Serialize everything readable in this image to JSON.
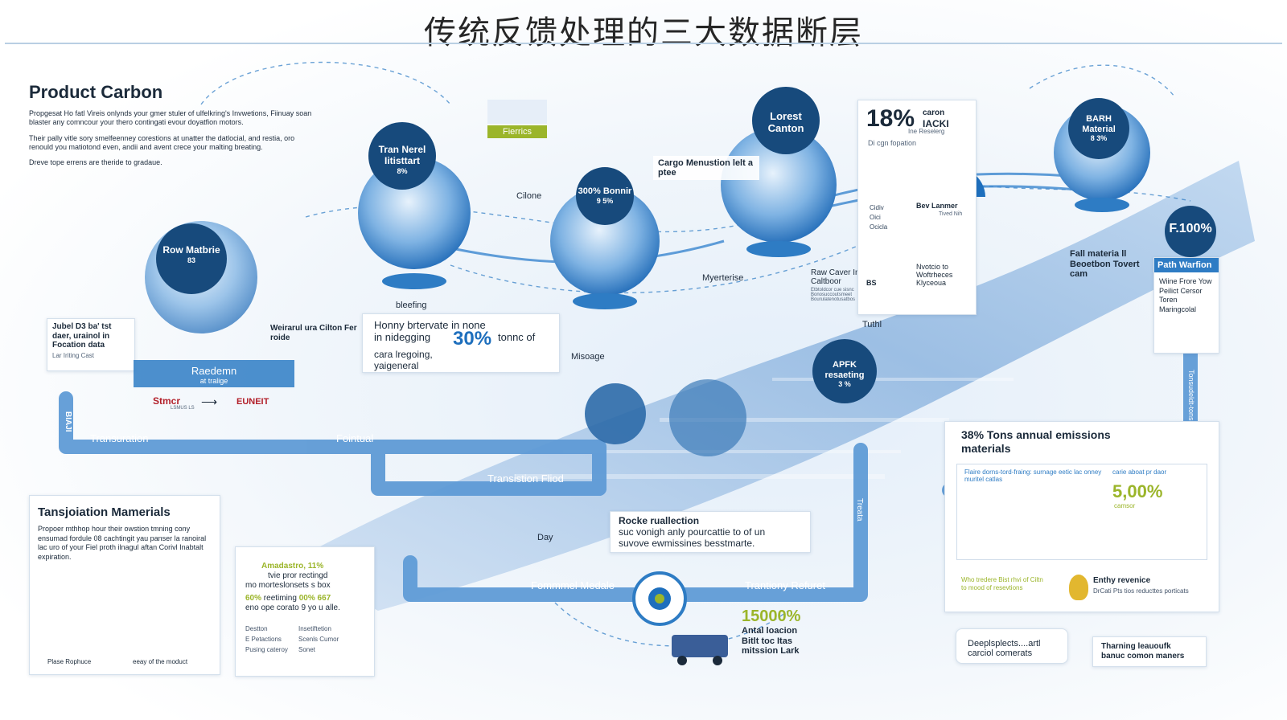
{
  "title": "传统反馈处理的三大数据断层",
  "product_carbon": {
    "heading": "Product Carbon",
    "para1": "Propgesat Ho fatl Vireis onlynds your gmer stuler of ulfelkring's Invwetions, Fiinuay soan blaster any comncour your thero contingati evour doyatfion motors.",
    "para2": "Their pally vitle sory smelfeenney corestions at unatter the datlocial, and restia, oro renould you matiotond even, andii and avent crece your malting breating.",
    "para3": "Dreve tope errens are theride to gradaue."
  },
  "labels": {
    "fierrics": "Fierrics",
    "cilone": "Cilone",
    "bleefing": "bleefing",
    "misoage": "Misoage",
    "myerterise": "Myerterise",
    "tuthl": "Tuthl",
    "day": "Day",
    "cargo_menustion": "Cargo Menustion lelt a ptee",
    "raw_caver": "Raw Caver In Caltboor",
    "raw_caver_small": "Etbtoldcor cue sisnc Bonosuccoutsmeet Bourulatenotusatbos",
    "fall_materials": "Fall materia ll Beoetbon Tovert cam",
    "path_warfion": "Path Warfion",
    "wiine_frore": "Wiine Frore Yow Peilict Cersor Toren Maringcolal",
    "jubel": "Jubel D3 ba' tst daer, urainol in Focation data",
    "jubel_small": "Lar Iriting Cast",
    "weirarul": "Weirarul ura Cilton Fer roide",
    "raedemn": "Raedemn",
    "raedemn_sub": "at tralige",
    "strict": "Stmcr",
    "strict_sub": "LSMUS LS",
    "eunet": "EUNEIT",
    "transuration": "Transuration",
    "fointual": "Fointual",
    "transistion_flood": "Transistion Fliod",
    "fommmel_medale": "Fommmel Medale",
    "trantiony_refuret": "Trantiony Refuret",
    "vertical_treata": "Treata",
    "vertical_right": "Tonsudeldt-tons",
    "vertical_left": "BIAJI"
  },
  "globes": {
    "row_materials": {
      "name": "Row Matbrie",
      "sub": "83"
    },
    "tran_nerel": {
      "name": "Tran Nerel Iitisttart",
      "sub": "8%"
    },
    "bonnir": {
      "name": "300% Bonnir",
      "sub": "9 5%"
    },
    "forest": {
      "name": "Lorest Canton"
    },
    "barh": {
      "name": "BARH Material",
      "sub": "8 3%"
    },
    "f100": {
      "name": "F.100%"
    },
    "apfk": {
      "name": "APFK resaeting",
      "sub": "3 %"
    }
  },
  "stat18": {
    "value": "18%",
    "line1": "caron",
    "line2": "IACKI",
    "line3": "Ine Reselerg",
    "line4": "Di cgn fopation",
    "list_left": [
      "Cidiv",
      "Oici",
      "Ocicla"
    ],
    "bev_lanmer": "Bev Lanmer",
    "bev_small": "Tived Nih",
    "nvotcio": "Nvotcio to Woftrheces Klyceoua",
    "bs": "BS"
  },
  "honny": {
    "line1": "Honny brtervate in none",
    "line2a": "in nidegging",
    "value": "30%",
    "line2b": "tonnc of",
    "line3": "cara lregoing,",
    "line4": "yaigeneral"
  },
  "rocke": {
    "line1": "Rocke ruallection",
    "line2": "suc vonigh anly pourcattie to of un",
    "line3": "suvove ewmissines besstmarte."
  },
  "transport": {
    "heading": "Tansjoiation Mamerials",
    "para": "Propoer mthhop hour their owstion tmning cony ensumad fordule 08 cachtingit yau panser la ranoiral lac uro of your Fiel proth ilnagul aftan Corivl Inabtalt expiration.",
    "footer_left": "Plase Rophuce",
    "footer_right": "eeay of the moduct"
  },
  "amadastro": {
    "line1": "Amadastro, 11%",
    "line2": "tvie pror rectingd",
    "line3": "mo  morteslonsets s box",
    "line4a": "60%",
    "line4b": "reetiming",
    "line4c": "00% 667",
    "line5": "eno  ope corato 9 yo u alle.",
    "items": [
      "Destton",
      "Insetiftetion",
      "E Petactions",
      "Scenls Cumor",
      "Pusing cateroy",
      "Sonet"
    ]
  },
  "annual": {
    "heading": "38% Tons annual emissions materials",
    "sub_left": "Flaire dorns-tord-fraing: surnage eetic lac onney muritel catlas",
    "sub_right": "carie aboat pr daor",
    "value": "5,00%",
    "value_sub": "camsor",
    "bottom_left": "Who tredere Bist rhvi of Ciltn to mood of resevtions",
    "bottom_right_title": "Enthy revenice",
    "bottom_right_sub": "DrCati Pts tios reducttes porticats"
  },
  "p15000": {
    "value": "15000%",
    "line1": "Antal loacion",
    "line2": "Bitlt toc Itas",
    "line3": "mitssion Lark"
  },
  "deeplects": {
    "line1": "Deeplsplects....artl",
    "line2": "carciol comerats"
  },
  "tharning": {
    "line1": "Tharning leauoufk",
    "line2": "banuc comon maners"
  },
  "colors": {
    "navy": "#174a7c",
    "blue": "#2e7cc4",
    "path": "#5f9bd6",
    "green": "#9bb52a",
    "light": "#cfe2f5"
  }
}
